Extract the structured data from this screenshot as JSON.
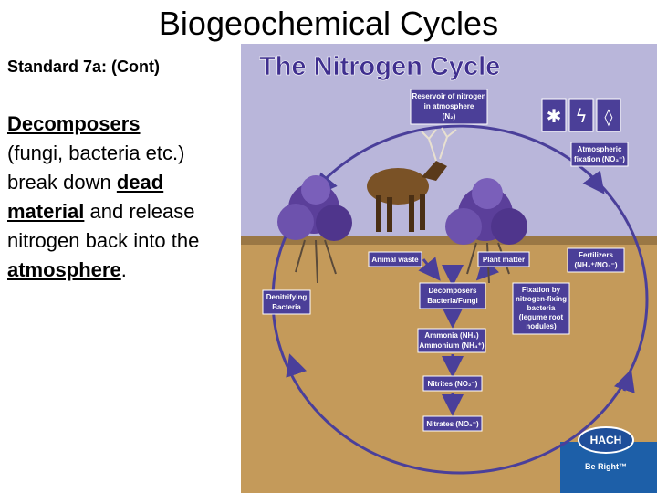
{
  "slide": {
    "title": "Biogeochemical Cycles",
    "subtitle": "Standard 7a: (Cont)",
    "body": {
      "term": "Decomposers",
      "line1": "(fungi, bacteria etc.) break down ",
      "em1": "dead material",
      "line2": " and release nitrogen back into the ",
      "em2": "atmosphere",
      "end": "."
    }
  },
  "figure": {
    "title": "The Nitrogen Cycle",
    "labels": {
      "reservoir": [
        "Reservoir of nitrogen",
        "in atmosphere",
        "(N₂)"
      ],
      "atmospheric_fixation": [
        "Atmospheric",
        "fixation (NO₃⁻)"
      ],
      "fertilizers": [
        "Fertilizers",
        "(NH₄⁺/NO₃⁻)"
      ],
      "animal_waste": [
        "Animal waste"
      ],
      "plant_matter": [
        "Plant matter"
      ],
      "denitrifying": [
        "Denitrifying",
        "Bacteria"
      ],
      "decomposers": [
        "Decomposers",
        "Bacteria/Fungi"
      ],
      "fixation_bacteria": [
        "Fixation by",
        "nitrogen-fixing",
        "bacteria",
        "(legume root",
        "nodules)"
      ],
      "ammonia": [
        "Ammonia (NH₃)",
        "Ammonium (NH₄⁺)"
      ],
      "nitrites": [
        "Nitrites (NO₂⁻)"
      ],
      "nitrates": [
        "Nitrates (NO₃⁻)"
      ]
    },
    "logo": {
      "brand": "HACH",
      "tagline": "Be Right™"
    },
    "colors": {
      "sky": "#b9b6da",
      "soil": "#c49a5a",
      "water": "#1d5fa8",
      "arrow": "#4a3f9a",
      "label_box": "#4b3f98",
      "title": "#3f2f8f"
    }
  }
}
